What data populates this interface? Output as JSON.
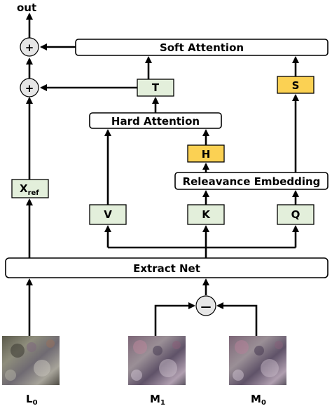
{
  "output_label": "out",
  "blocks": {
    "soft_attention": "Soft Attention",
    "hard_attention": "Hard Attention",
    "relevance_embedding": "Releavance Embedding",
    "extract_net": "Extract Net"
  },
  "features": {
    "T": "T",
    "S": "S",
    "H": "H",
    "V": "V",
    "K": "K",
    "Q": "Q",
    "X_ref_main": "X",
    "X_ref_sub": "ref"
  },
  "operators": {
    "add": "+",
    "subtract": "—"
  },
  "inputs": [
    {
      "main": "L",
      "sub": "0"
    },
    {
      "main": "M",
      "sub": "1"
    },
    {
      "main": "M",
      "sub": "0"
    }
  ],
  "colors": {
    "feature_green": "#e3efdb",
    "highlight_yellow": "#fbd153",
    "operator_gray": "#e6e6e6"
  }
}
